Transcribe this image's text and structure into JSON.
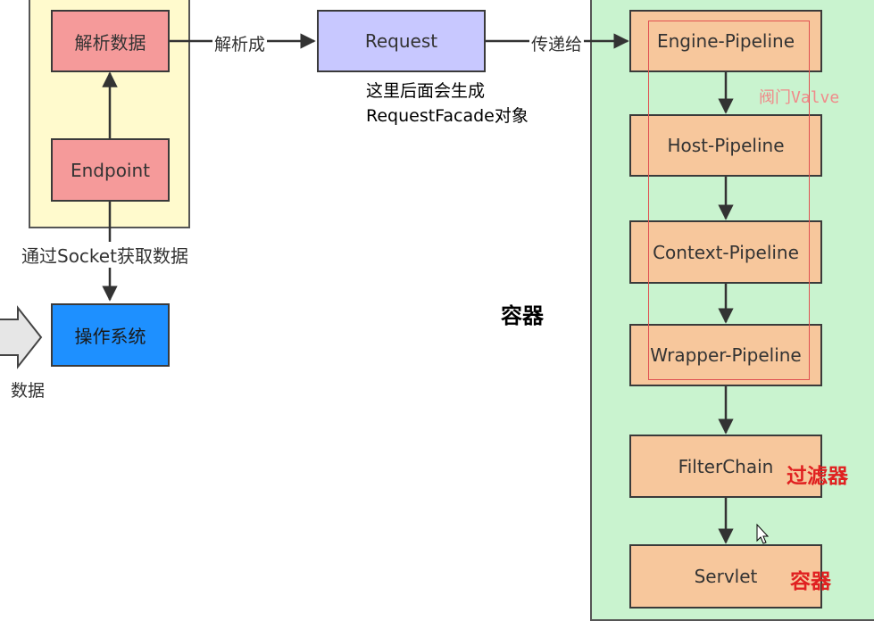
{
  "connector": {
    "box_parse": "解析数据",
    "box_endpoint": "Endpoint",
    "box_os": "操作系统",
    "label_socket": "通过Socket获取数据",
    "label_data": "数据"
  },
  "request": {
    "box_request": "Request",
    "label_parse_into": "解析成",
    "note_line1": "这里后面会生成",
    "note_line2": "RequestFacade对象",
    "label_pass_to": "传递给"
  },
  "container": {
    "label": "容器",
    "valve_label": "阀门Valve",
    "pipelines": [
      "Engine-Pipeline",
      "Host-Pipeline",
      "Context-Pipeline",
      "Wrapper-Pipeline"
    ],
    "filterchain": "FilterChain",
    "filter_label": "过滤器",
    "servlet": "Servlet",
    "servlet_label": "容器"
  },
  "colors": {
    "connector_bg": "#fffacd",
    "container_bg": "#c9f3cf",
    "red_box": "#f59a9a",
    "request_box": "#c8c8ff",
    "os_box": "#1e90ff",
    "orange_box": "#f7c79c",
    "valve_frame": "#e05050",
    "red_text": "#e02020"
  }
}
